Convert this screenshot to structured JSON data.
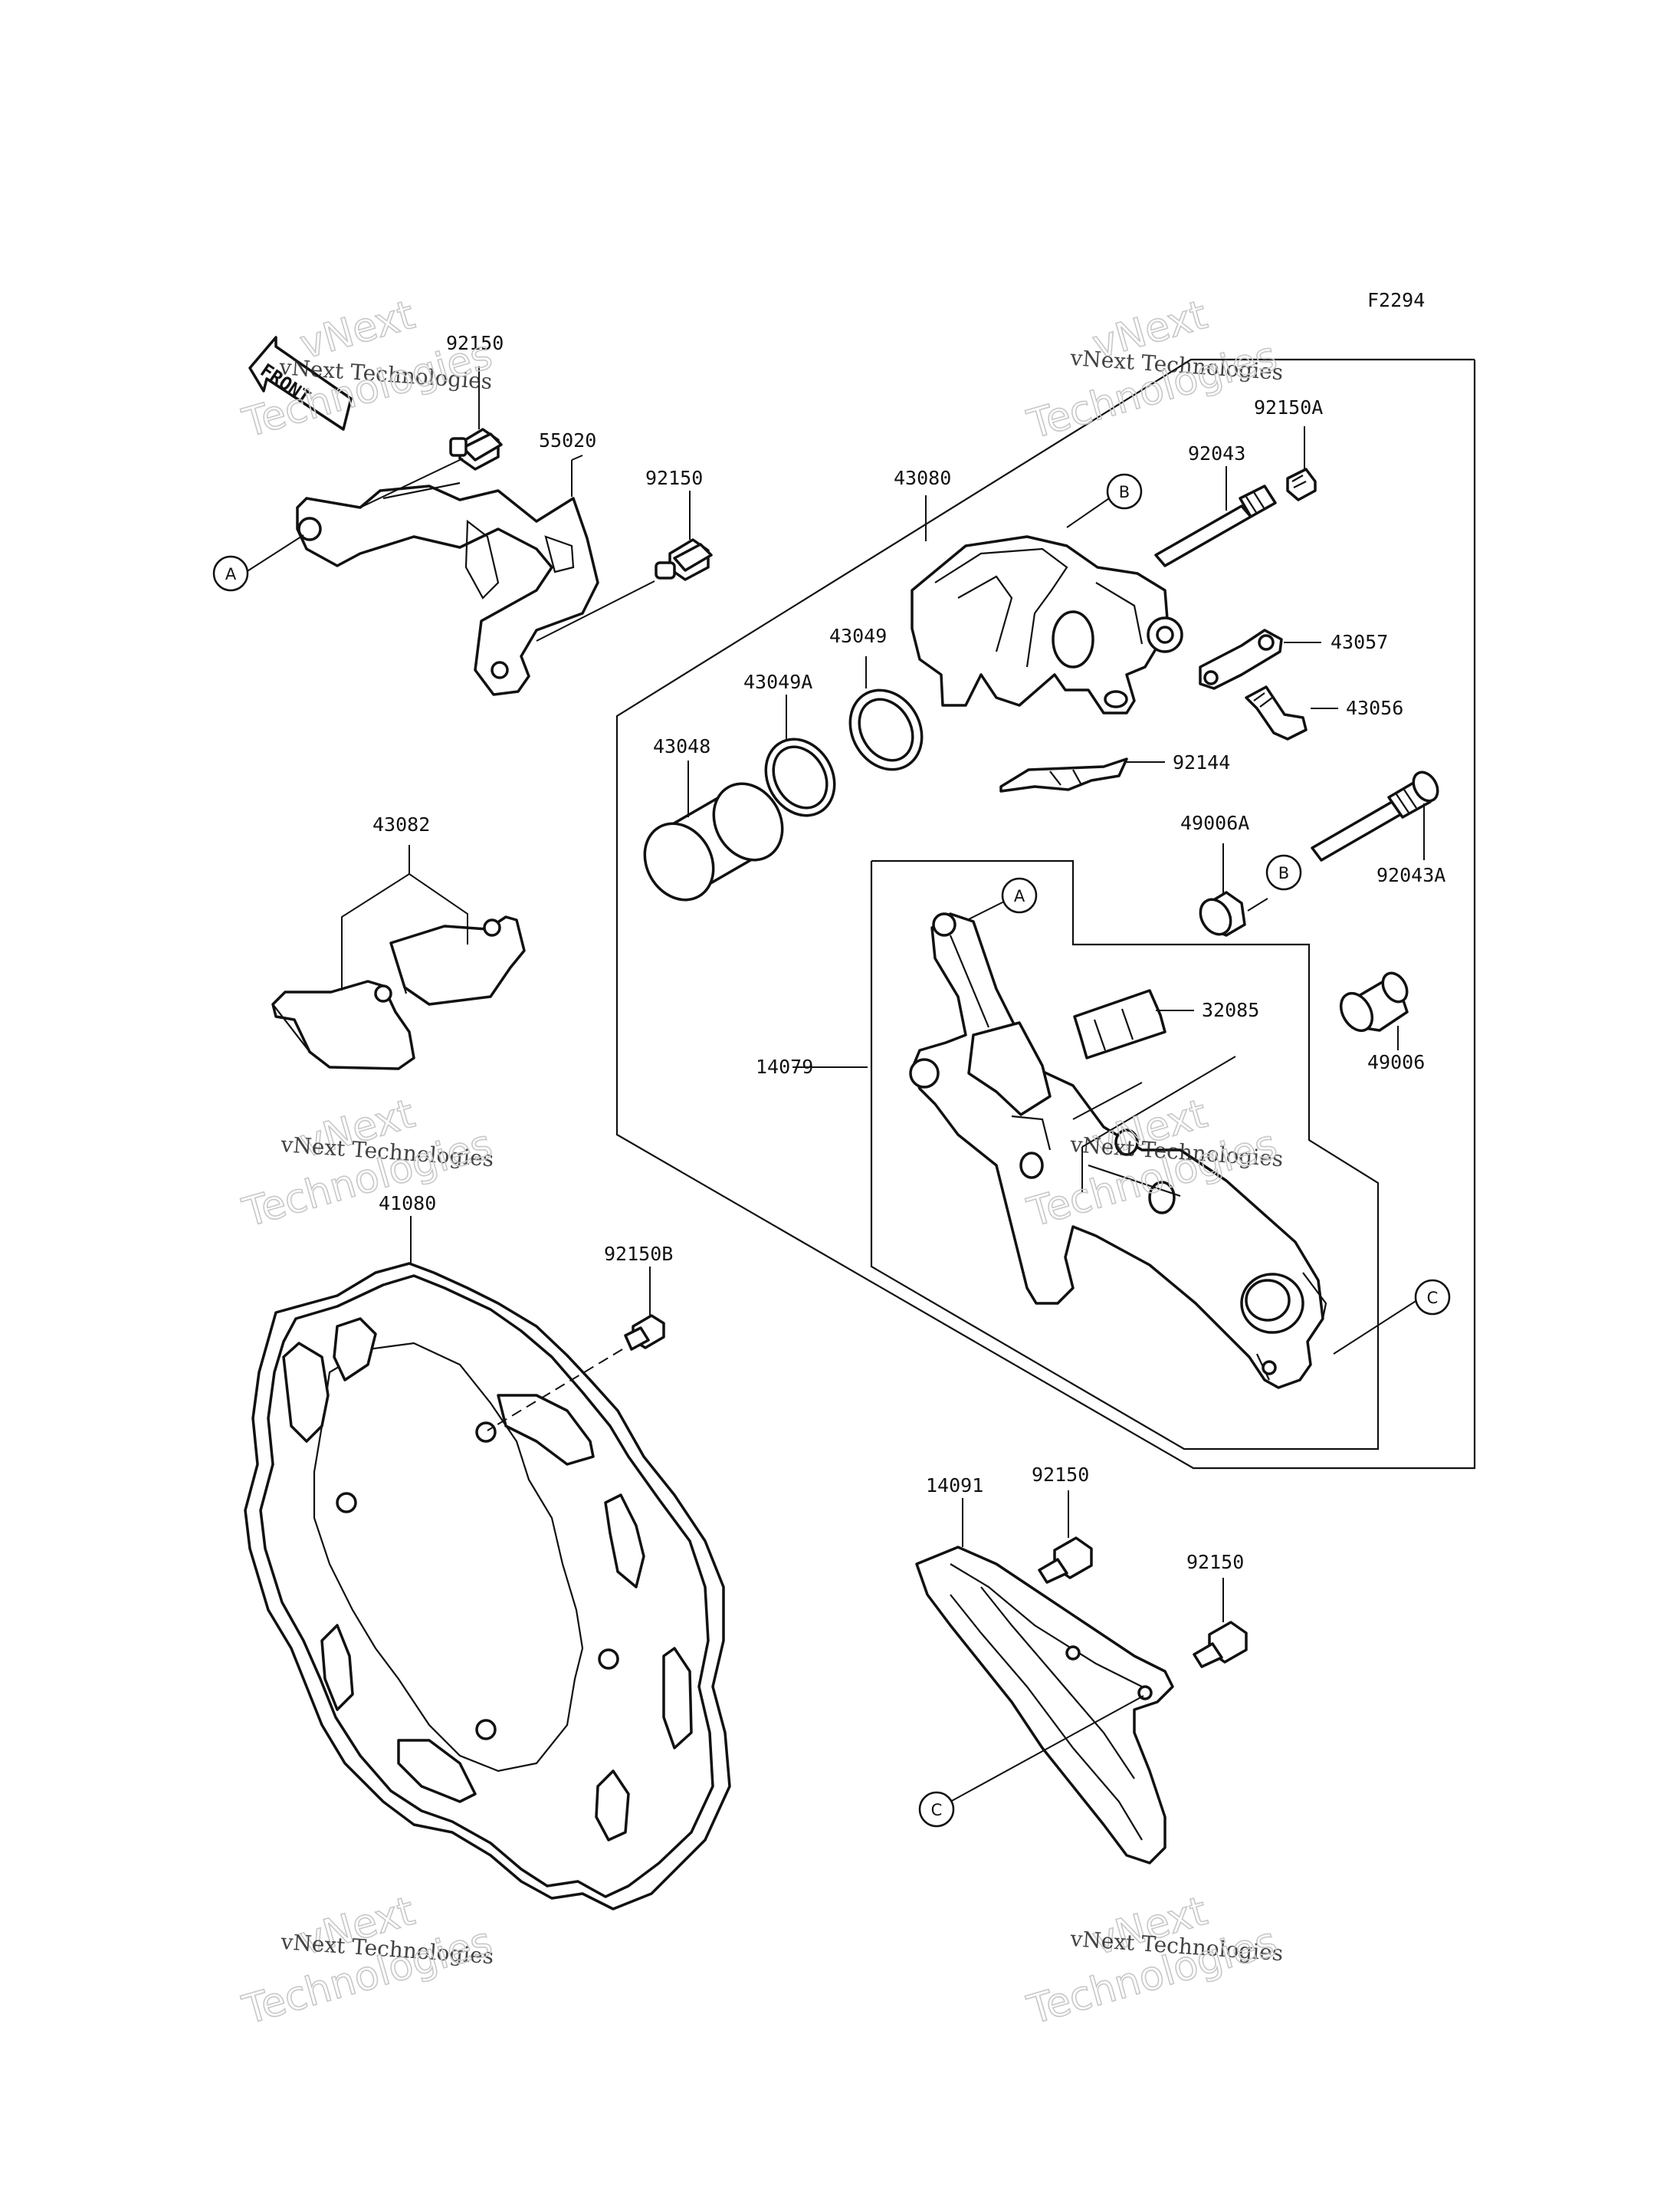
{
  "diagram_code": "F2294",
  "front_label": "FRONT",
  "watermark": {
    "line1": "vNext",
    "line2": "vNext Technologies",
    "line3": "Technologies"
  },
  "parts": {
    "p92150_a": "92150",
    "p55020": "55020",
    "p92150_b": "92150",
    "p43080": "43080",
    "p92150A": "92150A",
    "p92043": "92043",
    "p43057": "43057",
    "p43056": "43056",
    "p43049": "43049",
    "p43049A": "43049A",
    "p43048": "43048",
    "p92144": "92144",
    "p43082": "43082",
    "p49006A": "49006A",
    "p92043A": "92043A",
    "p32085": "32085",
    "p14079": "14079",
    "p49006": "49006",
    "p41080": "41080",
    "p92150B": "92150B",
    "p14091": "14091",
    "p92150_c": "92150",
    "p92150_d": "92150"
  },
  "callouts": {
    "A": "A",
    "B": "B",
    "C": "C"
  }
}
